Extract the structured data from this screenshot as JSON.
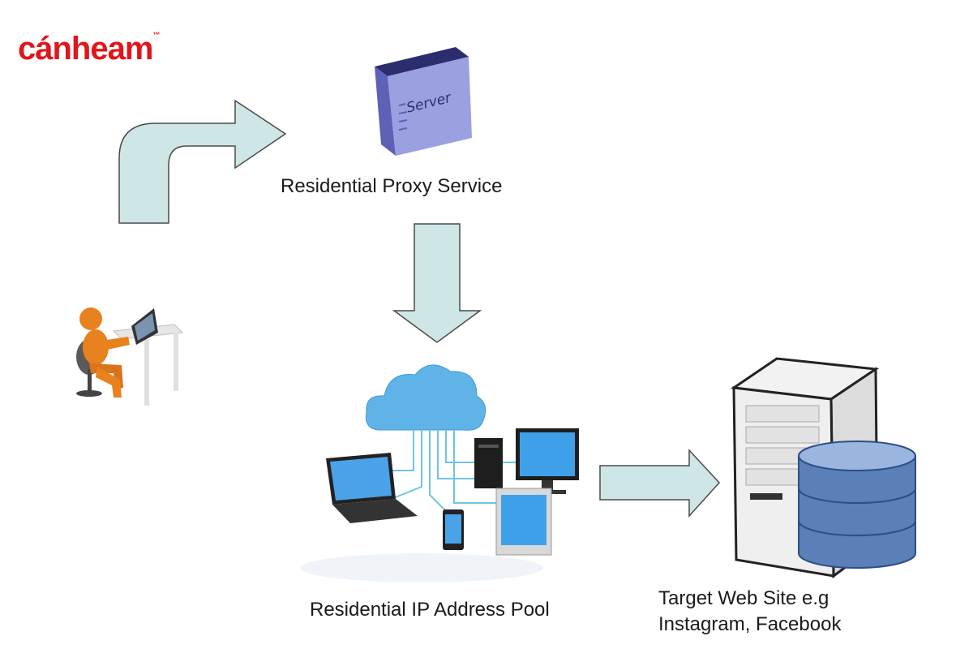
{
  "brand": {
    "logo_text": "cánheam",
    "trademark": "™"
  },
  "diagram": {
    "nodes": [
      {
        "id": "user",
        "icon": "person-at-computer-icon",
        "label": ""
      },
      {
        "id": "proxy",
        "icon": "server-box-icon",
        "icon_text": "Server",
        "label": "Residential Proxy Service"
      },
      {
        "id": "pool",
        "icon": "cloud-network-devices-icon",
        "label": "Residential IP Address Pool"
      },
      {
        "id": "target",
        "icon": "server-database-icon",
        "label_line1": "Target Web Site e.g",
        "label_line2": "Instagram, Facebook"
      }
    ],
    "edges": [
      {
        "from": "user",
        "to": "proxy",
        "style": "curved-arrow"
      },
      {
        "from": "proxy",
        "to": "pool",
        "style": "down-arrow"
      },
      {
        "from": "pool",
        "to": "target",
        "style": "right-arrow"
      }
    ]
  },
  "colors": {
    "arrow_fill": "#cfe6e6",
    "arrow_stroke": "#4a4a4a",
    "logo_red": "#e0161b",
    "person_orange": "#e8821e",
    "server_purple": "#8a8fd6",
    "cloud_blue": "#5fb3e6",
    "database_blue": "#5b7fb8"
  }
}
